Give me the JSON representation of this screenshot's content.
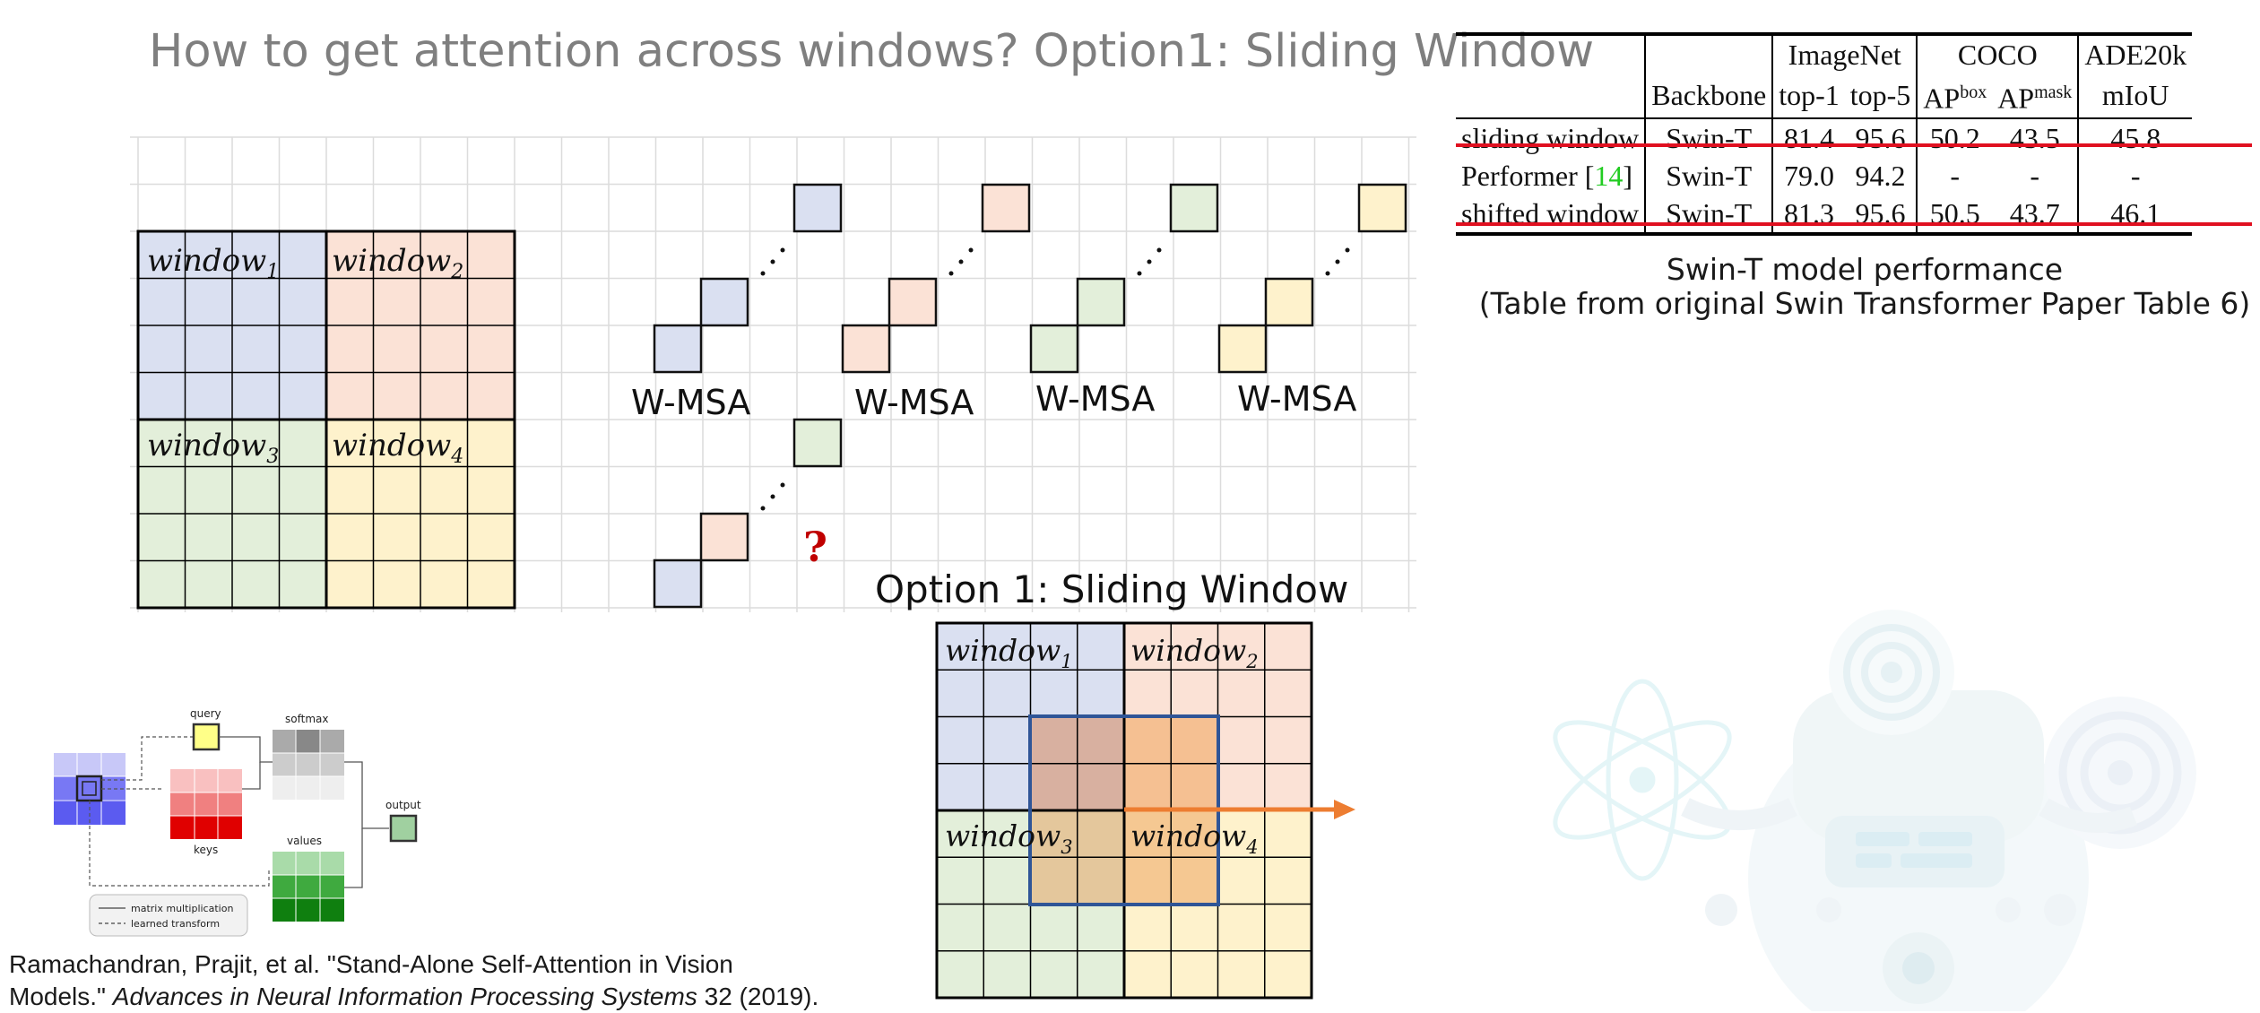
{
  "title": "How to get attention across windows? Option1: Sliding Window",
  "window_labels": {
    "w1": "window",
    "w1_sub": "1",
    "w2": "window",
    "w2_sub": "2",
    "w3": "window",
    "w3_sub": "3",
    "w4": "window",
    "w4_sub": "4"
  },
  "wmsa_label": "W-MSA",
  "question_mark": "?",
  "option1_label": "Option 1: Sliding Window",
  "attention_fig": {
    "query": "query",
    "keys": "keys",
    "softmax": "softmax",
    "values": "values",
    "output": "output",
    "legend_mm": "matrix multiplication",
    "legend_lt": "learned transform"
  },
  "reference": {
    "part1": "Ramachandran, Prajit, et al. \"Stand-Alone Self-Attention in Vision",
    "part2": "Models.\" ",
    "journal": "Advances in Neural Information Processing Systems",
    "part3": " 32 (2019)."
  },
  "table": {
    "group_headers": [
      "ImageNet",
      "COCO",
      "ADE20k"
    ],
    "col_headers": {
      "backbone": "Backbone",
      "top1": "top-1",
      "top5": "top-5",
      "apbox_base": "AP",
      "apbox_sup": "box",
      "apmask_base": "AP",
      "apmask_sup": "mask",
      "miou": "mIoU"
    },
    "rows": [
      {
        "name": "sliding window",
        "ref": "",
        "backbone": "Swin-T",
        "top1": "81.4",
        "top5": "95.6",
        "apbox": "50.2",
        "apmask": "43.5",
        "miou": "45.8"
      },
      {
        "name": "Performer [",
        "ref": "14",
        "name_end": "]",
        "backbone": "Swin-T",
        "top1": "79.0",
        "top5": "94.2",
        "apbox": "-",
        "apmask": "-",
        "miou": "-"
      },
      {
        "name": "shifted window",
        "ref": "",
        "backbone": "Swin-T",
        "top1": "81.3",
        "top5": "95.6",
        "apbox": "50.5",
        "apmask": "43.7",
        "miou": "46.1"
      }
    ]
  },
  "caption_line1": "Swin-T model performance",
  "caption_line2": "(Table from original Swin Transformer Paper Table 6)",
  "colors": {
    "blue": "#dae0f1",
    "peach": "#fbe2d6",
    "green": "#e3efda",
    "yellow": "#fef2cc",
    "grid": "#d9d9d9",
    "title": "#7f7f7f",
    "accent_orange": "#ed7d31",
    "highlight_frame": "#2f5597",
    "question_red": "#c00000",
    "underline_red": "#e01020"
  },
  "icons": [
    "robot-illustration",
    "atom-icon",
    "target-icon",
    "arrow-right-icon"
  ]
}
